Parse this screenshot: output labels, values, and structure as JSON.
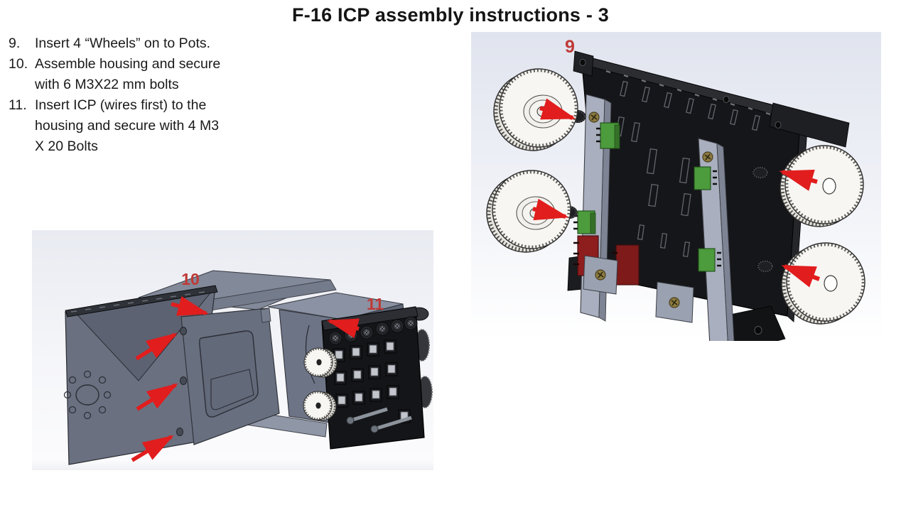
{
  "title": "F-16 ICP assembly instructions - 3",
  "instructions": {
    "items": [
      {
        "number": "9.",
        "text": "Insert 4 “Wheels” on to Pots."
      },
      {
        "number": "10.",
        "text": "Assemble housing and secure with 6 M3X22 mm bolts"
      },
      {
        "number": "11.",
        "text": "Insert ICP (wires first) to the housing and secure with 4 M3 X 20 Bolts"
      }
    ]
  },
  "figures": {
    "wheels_step": {
      "callout": "9"
    },
    "housing_step": {
      "callout_housing": "10",
      "callout_icp": "11"
    }
  },
  "colors": {
    "callout_red": "#bf3a36",
    "arrow_red": "#e11d1d",
    "panel_black": "#151619",
    "housing_gray": "#6a7080",
    "rail_gray": "#a9afbe",
    "connector_green": "#4c9b3c",
    "connector_red": "#8e1d1d",
    "wheel_white": "#f7f6f3",
    "cad_background_top": "#e0e4ee"
  }
}
